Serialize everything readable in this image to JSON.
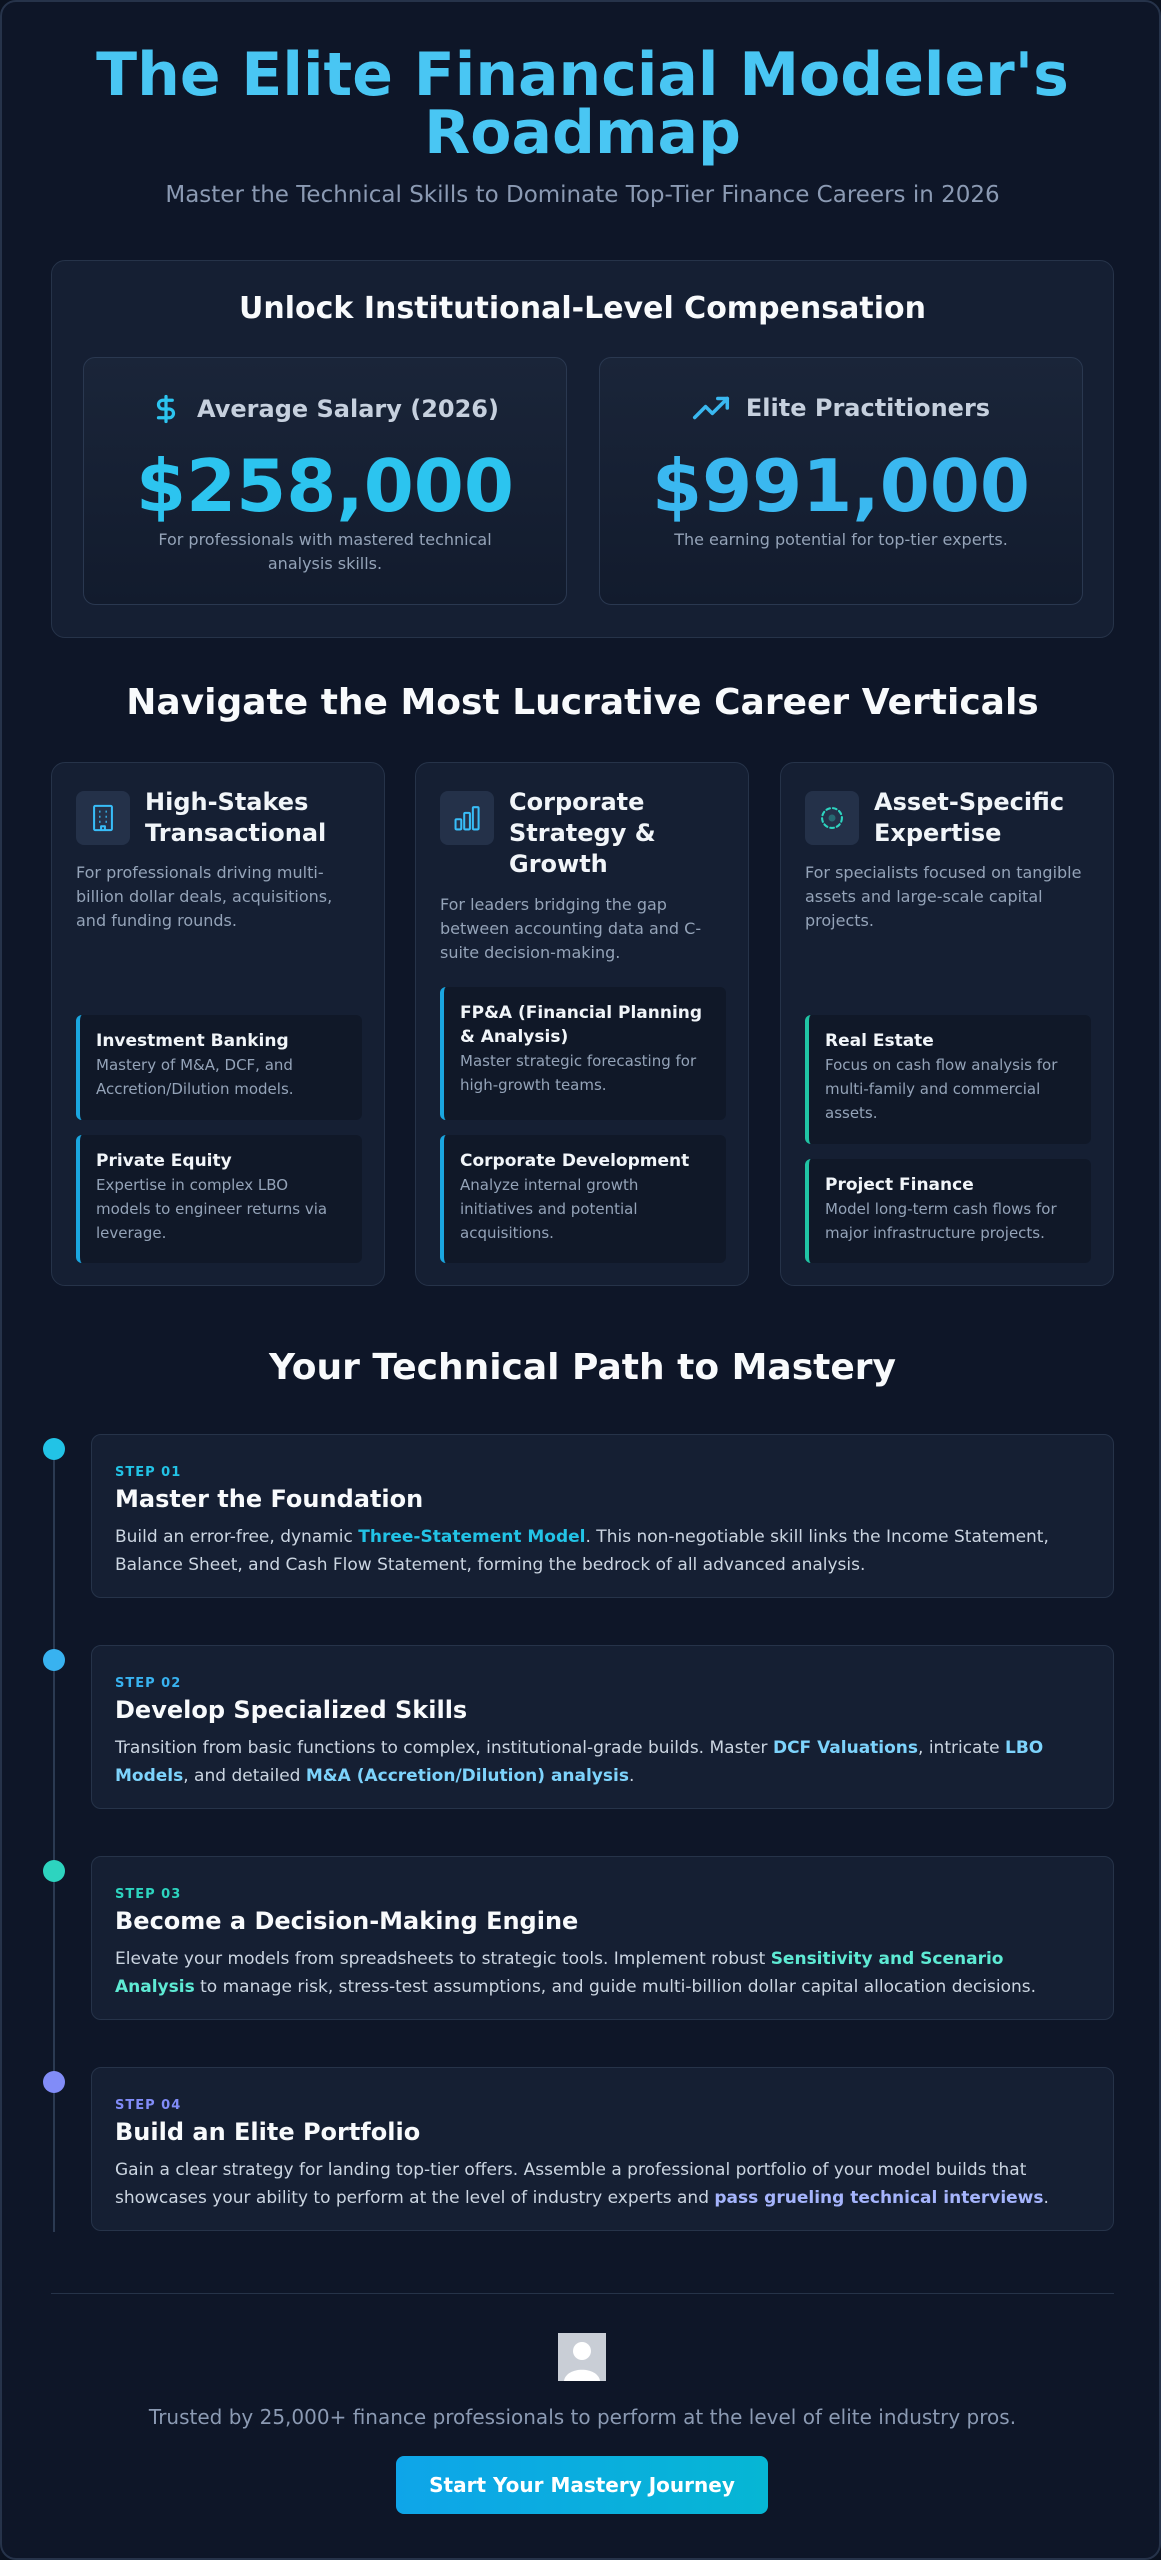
{
  "header": {
    "title_line1": "The Elite Financial Modeler's",
    "title_line2": "Roadmap",
    "subtitle": "Master the Technical Skills to Dominate Top-Tier Finance Careers in 2026"
  },
  "compensation": {
    "heading": "Unlock Institutional-Level Compensation",
    "cards": [
      {
        "icon": "dollar-icon",
        "label": "Average Salary (2026)",
        "value": "$258,000",
        "description": "For professionals with mastered technical analysis skills."
      },
      {
        "icon": "trending-up-icon",
        "label": "Elite Practitioners",
        "value": "$991,000",
        "description": "The earning potential for top-tier experts."
      }
    ]
  },
  "verticals": {
    "heading": "Navigate the Most Lucrative Career Verticals",
    "cards": [
      {
        "icon": "building-icon",
        "title": "High-Stakes Transactional",
        "description": "For professionals driving multi-billion dollar deals, acquisitions, and funding rounds.",
        "items": [
          {
            "title": "Investment Banking",
            "description": "Mastery of M&A, DCF, and Accretion/Dilution models."
          },
          {
            "title": "Private Equity",
            "description": "Expertise in complex LBO models to engineer returns via leverage."
          }
        ]
      },
      {
        "icon": "bar-chart-icon",
        "title": "Corporate Strategy & Growth",
        "description": "For leaders bridging the gap between accounting data and C-suite decision-making.",
        "items": [
          {
            "title": "FP&A (Financial Planning & Analysis)",
            "description": "Master strategic forecasting for high-growth teams."
          },
          {
            "title": "Corporate Development",
            "description": "Analyze internal growth initiatives and potential acquisitions."
          }
        ]
      },
      {
        "icon": "target-icon",
        "title": "Asset-Specific Expertise",
        "description": "For specialists focused on tangible assets and large-scale capital projects.",
        "items": [
          {
            "title": "Real Estate",
            "description": "Focus on cash flow analysis for multi-family and commercial assets."
          },
          {
            "title": "Project Finance",
            "description": "Model long-term cash flows for major infrastructure projects."
          }
        ]
      }
    ]
  },
  "path": {
    "heading": "Your Technical Path to Mastery",
    "steps": [
      {
        "label": "STEP 01",
        "title": "Master the Foundation",
        "color": "#22c3e6",
        "segments": [
          {
            "text": "Build an error-free, dynamic "
          },
          {
            "text": "Three-Statement Model",
            "hl": true
          },
          {
            "text": ". This non-negotiable skill links the Income Statement, Balance Sheet, and Cash Flow Statement, forming the bedrock of all advanced analysis."
          }
        ]
      },
      {
        "label": "STEP 02",
        "title": "Develop Specialized Skills",
        "color": "#38b2f0",
        "hl_color": "#7dd3fc",
        "segments": [
          {
            "text": "Transition from basic functions to complex, institutional-grade builds. Master "
          },
          {
            "text": "DCF Valuations",
            "hl": true
          },
          {
            "text": ", intricate "
          },
          {
            "text": "LBO Models",
            "hl": true
          },
          {
            "text": ", and detailed "
          },
          {
            "text": "M&A (Accretion/Dilution) analysis",
            "hl": true
          },
          {
            "text": "."
          }
        ]
      },
      {
        "label": "STEP 03",
        "title": "Become a Decision-Making Engine",
        "color": "#2dd4bf",
        "hl_color": "#5eead4",
        "segments": [
          {
            "text": "Elevate your models from spreadsheets to strategic tools. Implement robust "
          },
          {
            "text": "Sensitivity and Scenario Analysis",
            "hl": true
          },
          {
            "text": " to manage risk, stress-test assumptions, and guide multi-billion dollar capital allocation decisions."
          }
        ]
      },
      {
        "label": "STEP 04",
        "title": "Build an Elite Portfolio",
        "color": "#818cf8",
        "hl_color": "#a5b4fc",
        "segments": [
          {
            "text": "Gain a clear strategy for landing top-tier offers. Assemble a professional portfolio of your model builds that showcases your ability to perform at the level of industry experts and "
          },
          {
            "text": "pass grueling technical interviews",
            "hl": true
          },
          {
            "text": "."
          }
        ]
      }
    ]
  },
  "footer": {
    "trusted_text": "Trusted by 25,000+ finance professionals to perform at the level of elite industry pros.",
    "cta_label": "Start Your Mastery Journey"
  }
}
